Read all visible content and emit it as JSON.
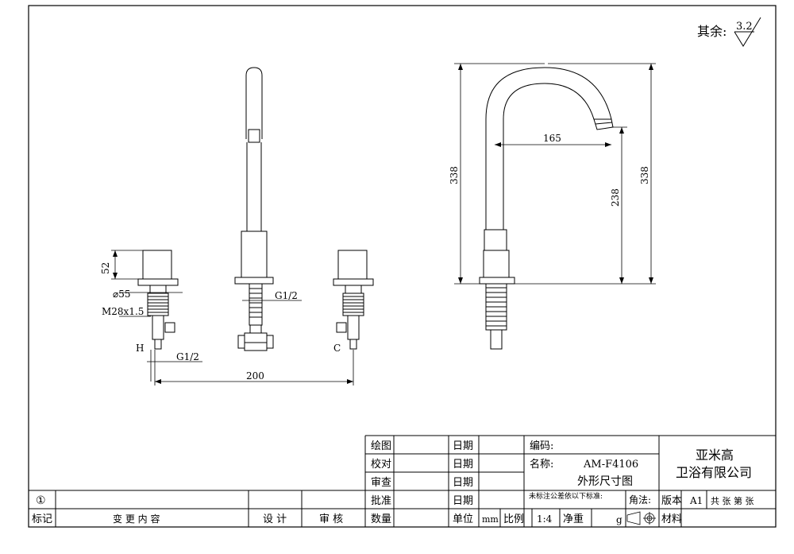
{
  "roughness": {
    "label": "其余:",
    "value": "3.2"
  },
  "dimensions": {
    "d52": "52",
    "d55": "⌀55",
    "m28": "M28x1.5",
    "h": "H",
    "g12_left": "G1/2",
    "g12_mid": "G1/2",
    "c": "C",
    "d200": "200",
    "d338_left": "338",
    "d165": "165",
    "d238": "238",
    "d338_right": "338"
  },
  "title_block": {
    "drawn": "绘图",
    "checked": "校对",
    "reviewed": "审查",
    "approved": "批准",
    "quantity": "数量",
    "date": "日期",
    "unit": "单位",
    "unit_value": "mm",
    "scale": "比例",
    "scale_value": "1:4",
    "net_weight": "净重",
    "weight_unit": "g",
    "code": "编码:",
    "name": "名称:",
    "part_no": "AM-F4106",
    "drawing_name": "外形尺寸图",
    "tolerance_note": "未标注公差依以下标准:",
    "angle": "角法:",
    "version": "版本",
    "version_value": "A1",
    "sheets": "共  张 第  张",
    "material": "材料",
    "company_line1": "亚米高",
    "company_line2": "卫浴有限公司"
  },
  "revision": {
    "circle_mark": "①",
    "mark": "标记",
    "change": "变  更  内  容",
    "design": "设  计",
    "review": "审  核"
  }
}
